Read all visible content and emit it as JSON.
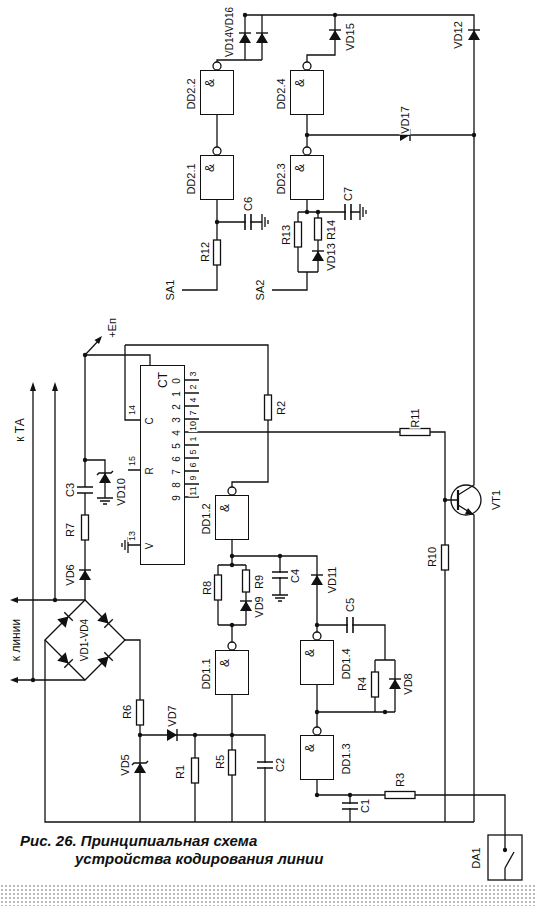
{
  "diagram": {
    "caption": "Рис. 26. Принципиальная схема устройства кодирования линии",
    "nodes": [
      {
        "text": [
          "&",
          "DD2.2"
        ]
      },
      {
        "text": [
          "&",
          "DD2.4"
        ]
      },
      {
        "text": [
          "&",
          "DD2.1"
        ]
      },
      {
        "text": [
          "&",
          "DD2.3"
        ]
      },
      {
        "text": [
          "CT",
          "C",
          "R",
          "V",
          "0",
          "1",
          "2",
          "3",
          "4",
          "5",
          "6",
          "7",
          "8",
          "9"
        ]
      },
      {
        "text": [
          "&",
          "DD1.2"
        ]
      },
      {
        "text": [
          "&",
          "DD1.4"
        ]
      },
      {
        "text": [
          "&",
          "DD1.1"
        ]
      },
      {
        "text": [
          "&",
          "DD1.3"
        ]
      }
    ],
    "edges": [
      {
        "from": 2,
        "to": 0,
        "arrow": "none"
      },
      {
        "from": 3,
        "to": 1,
        "arrow": "none"
      },
      {
        "from": 8,
        "to": 6,
        "arrow": "none"
      }
    ],
    "labels": [
      "к линии",
      "к ТА",
      "VD1-VD4",
      "+Eп",
      "VD6",
      "R7",
      "C3",
      "VD10",
      "14",
      "15",
      "13",
      "3",
      "2",
      "4",
      "7",
      "10",
      "1",
      "5",
      "6",
      "9",
      "11",
      "R2",
      "R8",
      "R9",
      "VD9",
      "C4",
      "VD11",
      "R6",
      "VD7",
      "VD5",
      "R1",
      "R5",
      "C2",
      "R4",
      "VD8",
      "C5",
      "R3",
      "C1",
      "DA1",
      "R12",
      "C6",
      "SA1",
      "R13",
      "R14",
      "VD13",
      "C7",
      "SA2",
      "VD14VD16",
      "VD15",
      "VD12",
      "VD17",
      "R11",
      "R10",
      "VT1"
    ]
  }
}
